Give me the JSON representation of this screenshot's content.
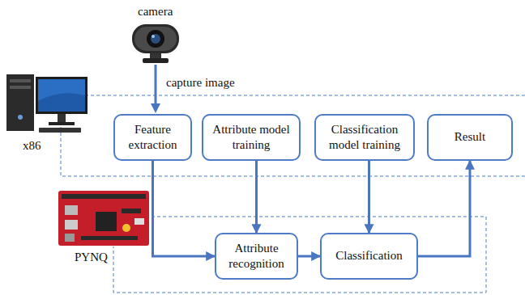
{
  "diagram": {
    "nodes": [
      {
        "text": [
          "Feature extraction"
        ]
      },
      {
        "text": [
          "Attribute model training"
        ]
      },
      {
        "text": [
          "Classification model training"
        ]
      },
      {
        "text": [
          "Result"
        ]
      },
      {
        "text": [
          "Attribute recognition"
        ]
      },
      {
        "text": [
          "Classification"
        ]
      }
    ],
    "edges": [
      {
        "from": 0,
        "to": 4,
        "arrow": "to"
      },
      {
        "from": 1,
        "to": 4,
        "arrow": "to"
      },
      {
        "from": 2,
        "to": 5,
        "arrow": "to"
      },
      {
        "from": 4,
        "to": 5,
        "arrow": "to"
      },
      {
        "from": 5,
        "to": 3,
        "arrow": "to"
      }
    ],
    "labels": [
      "camera",
      "capture image",
      "x86",
      "PYNQ"
    ]
  }
}
